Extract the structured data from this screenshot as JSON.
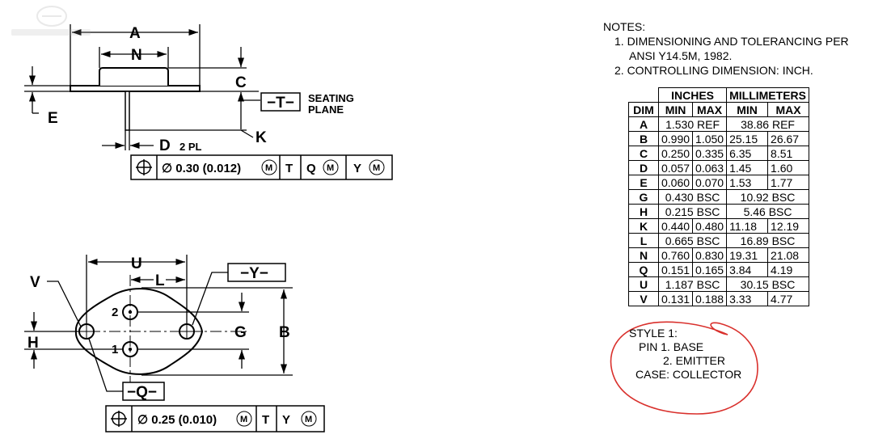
{
  "top_view": {
    "labels": {
      "A": "A",
      "N": "N",
      "C": "C",
      "E": "E",
      "T": "−T−",
      "K": "K",
      "D": "D",
      "D_suffix": "2 PL",
      "seating1": "SEATING",
      "seating2": "PLANE"
    },
    "fcf": {
      "tol": "∅ 0.30 (0.012)",
      "m": "M",
      "datum1": "T",
      "datum2": "Q",
      "datum3": "Y"
    }
  },
  "bottom_view": {
    "labels": {
      "U": "U",
      "L": "L",
      "V": "V",
      "Y": "−Y−",
      "H": "H",
      "G": "G",
      "B": "B",
      "Q": "−Q−",
      "pin2": "2",
      "pin1": "1"
    },
    "fcf": {
      "tol": "∅ 0.25 (0.010)",
      "m": "M",
      "datum1": "T",
      "datum2": "Y"
    }
  },
  "notes": {
    "heading": "NOTES:",
    "n1a": "1. DIMENSIONING AND TOLERANCING PER",
    "n1b": "ANSI Y14.5M, 1982.",
    "n2": "2. CONTROLLING DIMENSION: INCH."
  },
  "table": {
    "groups": {
      "inches": "INCHES",
      "mm": "MILLIMETERS"
    },
    "headers": {
      "dim": "DIM",
      "min1": "MIN",
      "max1": "MAX",
      "min2": "MIN",
      "max2": "MAX"
    },
    "rows": [
      {
        "dim": "A",
        "in_ref": "1.530 REF",
        "mm_ref": "38.86 REF"
      },
      {
        "dim": "B",
        "in_min": "0.990",
        "in_max": "1.050",
        "mm_min": "25.15",
        "mm_max": "26.67"
      },
      {
        "dim": "C",
        "in_min": "0.250",
        "in_max": "0.335",
        "mm_min": "6.35",
        "mm_max": "8.51"
      },
      {
        "dim": "D",
        "in_min": "0.057",
        "in_max": "0.063",
        "mm_min": "1.45",
        "mm_max": "1.60"
      },
      {
        "dim": "E",
        "in_min": "0.060",
        "in_max": "0.070",
        "mm_min": "1.53",
        "mm_max": "1.77"
      },
      {
        "dim": "G",
        "in_ref": "0.430 BSC",
        "mm_ref": "10.92 BSC"
      },
      {
        "dim": "H",
        "in_ref": "0.215 BSC",
        "mm_ref": "5.46 BSC"
      },
      {
        "dim": "K",
        "in_min": "0.440",
        "in_max": "0.480",
        "mm_min": "11.18",
        "mm_max": "12.19"
      },
      {
        "dim": "L",
        "in_ref": "0.665 BSC",
        "mm_ref": "16.89 BSC"
      },
      {
        "dim": "N",
        "in_min": "0.760",
        "in_max": "0.830",
        "mm_min": "19.31",
        "mm_max": "21.08"
      },
      {
        "dim": "Q",
        "in_min": "0.151",
        "in_max": "0.165",
        "mm_min": "3.84",
        "mm_max": "4.19"
      },
      {
        "dim": "U",
        "in_ref": "1.187 BSC",
        "mm_ref": "30.15 BSC"
      },
      {
        "dim": "V",
        "in_min": "0.131",
        "in_max": "0.188",
        "mm_min": "3.33",
        "mm_max": "4.77"
      }
    ]
  },
  "style_block": {
    "title": "STYLE 1:",
    "pin1": "PIN 1.  BASE",
    "pin2": "2.  EMITTER",
    "case": "CASE:  COLLECTOR"
  },
  "colors": {
    "annotation_circle": "#d9302c",
    "ink": "#000000"
  }
}
